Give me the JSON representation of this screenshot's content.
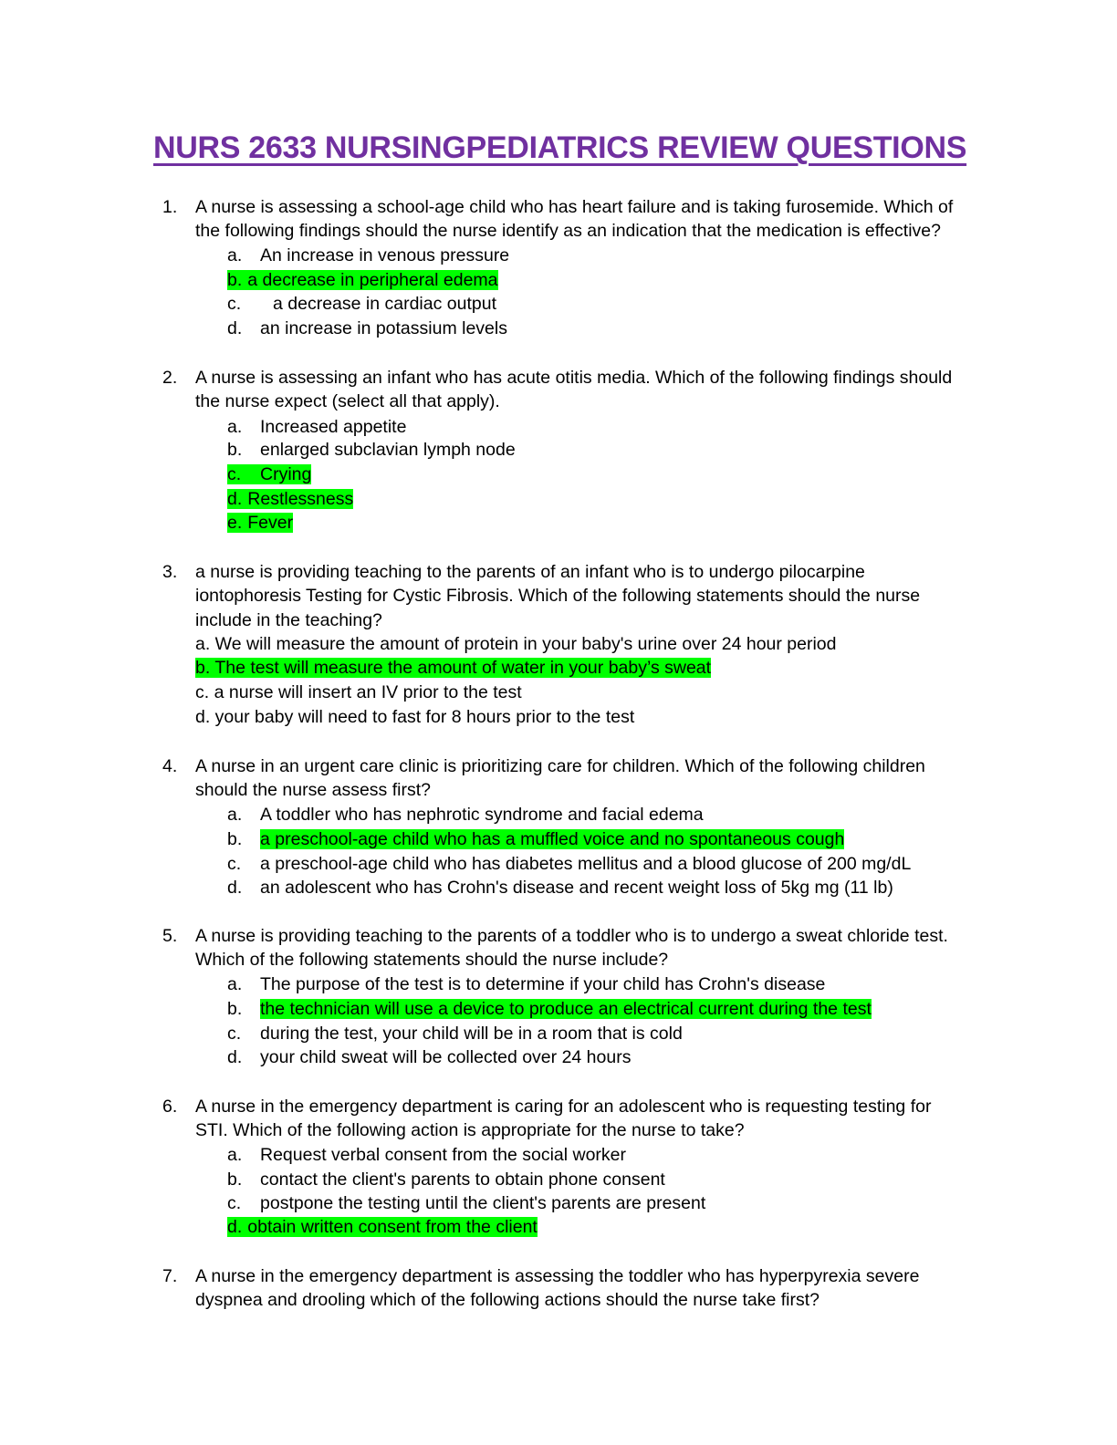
{
  "title": "NURS 2633 NURSINGPEDIATRICS REVIEW QUESTIONS",
  "highlight_color": "#00ff00",
  "title_color": "#7030a0",
  "questions": [
    {
      "number": "1.",
      "stem": [
        "A nurse is assessing a school-age child who has heart failure and is taking furosemide. Which of",
        "the following findings should the nurse identify as an indication that the medication is effective?"
      ],
      "options": [
        {
          "letter": "a.",
          "text": "An increase in venous pressure"
        },
        {
          "letter": "b.",
          "text": "a decrease in peripheral edema"
        },
        {
          "letter": "c.",
          "text": "a decrease in cardiac output"
        },
        {
          "letter": "d.",
          "text": "an increase in potassium levels"
        }
      ]
    },
    {
      "number": "2.",
      "stem": [
        "A nurse is assessing an infant who has acute otitis media. Which of the following findings should",
        "the nurse expect (select all that apply)."
      ],
      "options": [
        {
          "letter": "a.",
          "text": "Increased appetite"
        },
        {
          "letter": "b.",
          "text": "enlarged subclavian lymph node"
        },
        {
          "letter": "c.",
          "text": "Crying"
        },
        {
          "letter": "d.",
          "text": "Restlessness"
        },
        {
          "letter": "e.",
          "text": "Fever"
        }
      ]
    },
    {
      "number": "3.",
      "stem": [
        "a nurse is providing teaching to the parents of an infant who is to undergo pilocarpine",
        "iontophoresis Testing for Cystic Fibrosis. Which of the following statements should the nurse",
        "include in the teaching?"
      ],
      "options": [
        {
          "text": "a. We will measure the amount of protein in your baby's urine over 24 hour period"
        },
        {
          "text": "b. The test will measure the amount of water in your baby’s sweat"
        },
        {
          "text": "c. a nurse will insert an IV prior to the test"
        },
        {
          "text": "d. your baby will need to fast for 8 hours prior to the test"
        }
      ]
    },
    {
      "number": "4.",
      "stem": [
        "A nurse in an urgent care clinic is prioritizing care for children. Which of the following children",
        "should the nurse assess first?"
      ],
      "options": [
        {
          "letter": "a.",
          "text": "A toddler who has nephrotic syndrome and facial edema"
        },
        {
          "letter": "b.",
          "text": "a preschool-age child who has a muffled voice and no spontaneous cough"
        },
        {
          "letter": "c.",
          "text": "a preschool-age child who has diabetes mellitus and a blood glucose of 200 mg/dL"
        },
        {
          "letter": "d.",
          "text": "an adolescent who has Crohn's disease and recent weight loss of 5kg mg (11 lb)"
        }
      ]
    },
    {
      "number": "5.",
      "stem": [
        "A nurse is providing teaching to the parents of a toddler who is to undergo a sweat chloride test.",
        "Which of the following statements should the nurse include?"
      ],
      "options": [
        {
          "letter": "a.",
          "text": "The purpose of the test is to determine if your child has Crohn's disease"
        },
        {
          "letter": "b.",
          "text": "the technician will use a device to produce an electrical current during the test"
        },
        {
          "letter": "c.",
          "text": "during the test, your child will be in a room that is cold"
        },
        {
          "letter": "d.",
          "text": "your child sweat will be collected over 24 hours"
        }
      ]
    },
    {
      "number": "6.",
      "stem": [
        "A nurse in the emergency department is caring for an adolescent who is requesting testing for",
        "STI. Which of the following action is appropriate for the nurse to take?"
      ],
      "options": [
        {
          "letter": "a.",
          "text": "Request verbal consent from the social worker"
        },
        {
          "letter": "b.",
          "text": "contact the client's parents to obtain phone consent"
        },
        {
          "letter": "c.",
          "text": "postpone the testing until the client's parents are present"
        },
        {
          "letter": "d.",
          "text": "obtain written consent from the client"
        }
      ]
    },
    {
      "number": "7.",
      "stem": [
        "A nurse in the emergency department is assessing the toddler who has hyperpyrexia severe",
        "dyspnea and drooling which of the following actions should the nurse take first?"
      ],
      "options": []
    }
  ]
}
